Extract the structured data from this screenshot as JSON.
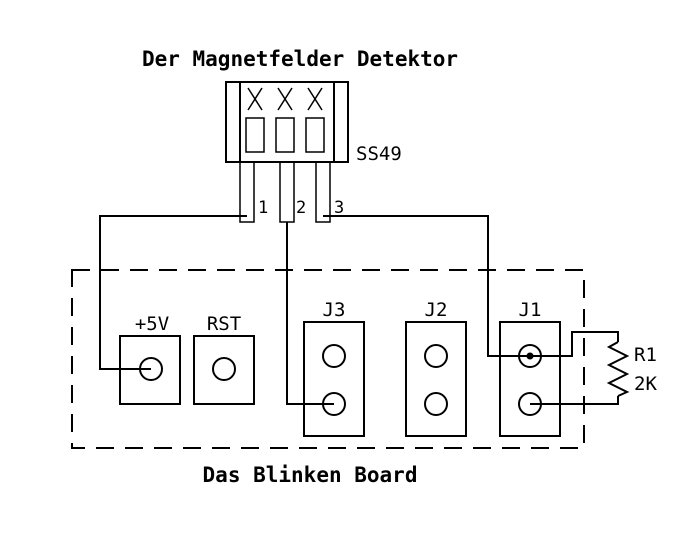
{
  "title": "Der Magnetfelder Detektor",
  "sensor": {
    "part_label": "SS49",
    "pin_labels": [
      "1",
      "2",
      "3"
    ]
  },
  "board": {
    "label": "Das Blinken Board",
    "connectors": {
      "power": "+5V",
      "reset": "RST",
      "j3": "J3",
      "j2": "J2",
      "j1": "J1"
    }
  },
  "resistor": {
    "ref": "R1",
    "value": "2K"
  }
}
